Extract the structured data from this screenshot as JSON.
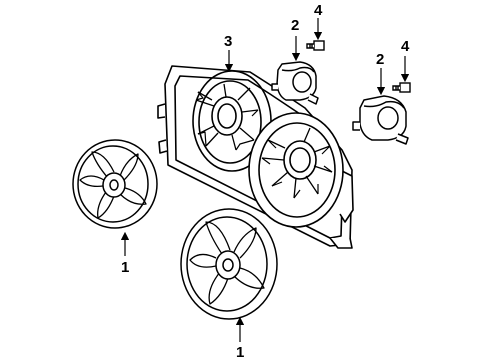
{
  "callouts": {
    "fan_left": "1",
    "fan_bottom": "1",
    "motor_upper": "2",
    "motor_lower": "2",
    "shroud": "3",
    "bolt_upper": "4",
    "bolt_lower": "4"
  }
}
